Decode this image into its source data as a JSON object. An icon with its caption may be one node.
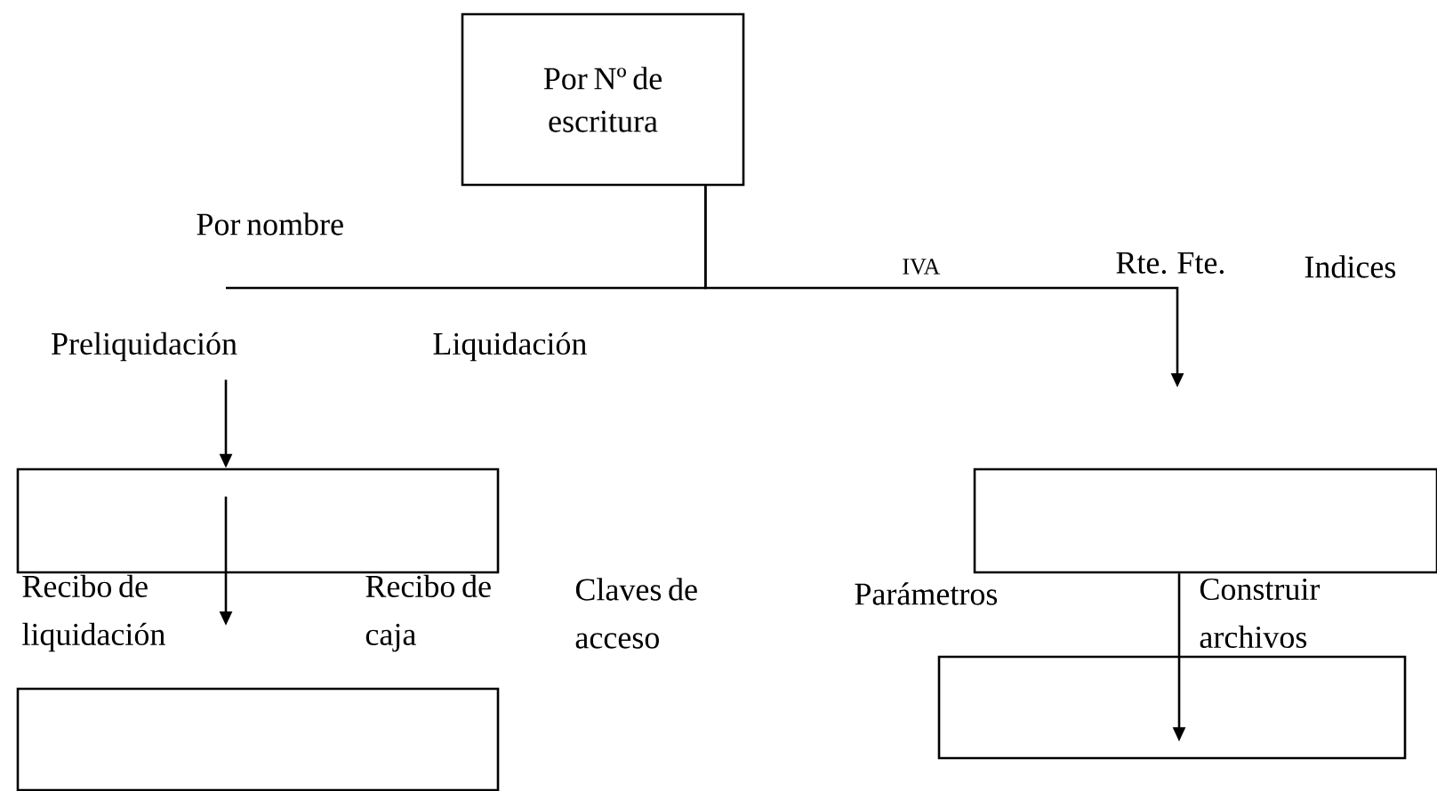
{
  "diagram": {
    "nodes": [
      {
        "text": [
          "Por Nº de escritura"
        ]
      },
      {
        "text": [
          "Preliquidación"
        ]
      },
      {
        "text": [],
        "shape": "box"
      },
      {
        "text": [],
        "shape": "box"
      },
      {
        "text": [],
        "shape": "box"
      },
      {
        "text": [],
        "shape": "box"
      }
    ],
    "edges": [
      {
        "from": 0,
        "to": null,
        "arrow": "none"
      },
      {
        "from": 0,
        "to": null,
        "arrow": "to"
      },
      {
        "from": 1,
        "to": 2,
        "arrow": "to"
      },
      {
        "from": 2,
        "to": null,
        "arrow": "to"
      },
      {
        "from": 4,
        "to": 5,
        "arrow": "to"
      }
    ],
    "labels": [
      "Por nombre",
      "IVA",
      "Rte. Fte.",
      "Indices",
      "Liquidación",
      "Recibo de liquidación",
      "Recibo de caja",
      "Claves de acceso",
      "Parámetros",
      "Construir archivos"
    ]
  }
}
